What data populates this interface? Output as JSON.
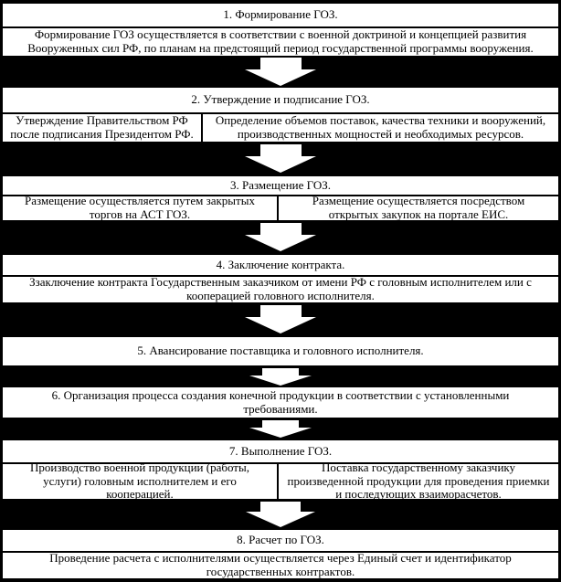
{
  "colors": {
    "background": "#000000",
    "box_fill": "#ffffff",
    "border": "#000000",
    "text": "#000000",
    "arrow_fill": "#ffffff"
  },
  "diagram_subject": "Этапы государственного оборонного заказа (ГОЗ)",
  "blocks": [
    {
      "title": "1. Формирование ГОЗ.",
      "body": "Формирование ГОЗ осуществляется в соответствии с военной доктриной и концепцией развития Вооруженных сил РФ, по планам на предстоящий период государственной программы вооружения."
    },
    {
      "title": "2. Утверждение и подписание ГОЗ.",
      "left": "Утверждение Правительством РФ после подписания Президентом РФ.",
      "right": "Определение объемов поставок, качества техники и вооружений, производственных мощностей и необходимых ресурсов."
    },
    {
      "title": "3. Размещение ГОЗ.",
      "left": "Размещение осуществляется путем закрытых торгов на АСТ ГОЗ.",
      "right": "Размещение осуществляется посредством открытых закупок на портале ЕИС."
    },
    {
      "title": "4. Заключение контракта.",
      "body": "Ззаключение контракта Государственным заказчиком от имени РФ с головным исполнителем или с кооперацией головного исполнителя."
    },
    {
      "title": "5. Авансирование поставщика и головного исполнителя."
    },
    {
      "title": "6. Организация процесса создания конечной продукции в соответствии с установленными требованиями."
    },
    {
      "title": "7. Выполнение ГОЗ.",
      "left": "Производство военной продукции (работы, услуги) головным исполнителем и его кооперацией.",
      "right": "Поставка государственному заказчику произведенной продукции для проведения приемки и последующих взаиморасчетов."
    },
    {
      "title": "8. Расчет по ГОЗ.",
      "body": "Проведение расчета с исполнителями осуществляется через Единый счет и идентификатор государственных контрактов."
    }
  ]
}
